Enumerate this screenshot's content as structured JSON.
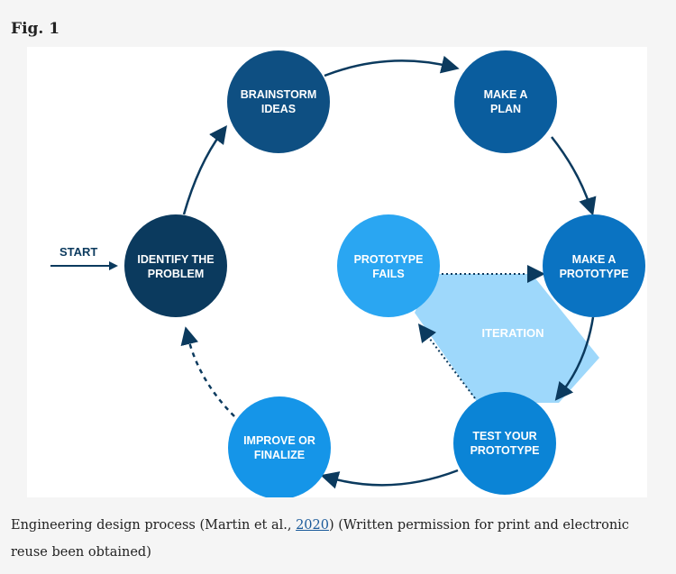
{
  "figure_label": "Fig. 1",
  "diagram": {
    "start_label": "START",
    "nodes": [
      {
        "id": "identify",
        "lines": [
          "IDENTIFY THE",
          "PROBLEM"
        ],
        "color": "#0b3a5e"
      },
      {
        "id": "brainstorm",
        "lines": [
          "BRAINSTORM",
          "IDEAS"
        ],
        "color": "#0e4f82"
      },
      {
        "id": "plan",
        "lines": [
          "MAKE A",
          "PLAN"
        ],
        "color": "#0a5d9e"
      },
      {
        "id": "prototype",
        "lines": [
          "MAKE A",
          "PROTOTYPE"
        ],
        "color": "#0a73c2"
      },
      {
        "id": "test",
        "lines": [
          "TEST YOUR",
          "PROTOTYPE"
        ],
        "color": "#0b84d6"
      },
      {
        "id": "improve",
        "lines": [
          "IMPROVE OR",
          "FINALIZE"
        ],
        "color": "#1595e8"
      },
      {
        "id": "fails",
        "lines": [
          "PROTOTYPE",
          "FAILS"
        ],
        "color": "#2aa6f2"
      }
    ],
    "iteration_label": "ITERATION",
    "colors": {
      "arrow": "#0b3a5e",
      "iteration_fill": "#9ed8fb"
    }
  },
  "caption": {
    "text_before": "Engineering design process (Martin et al., ",
    "link_text": "2020",
    "text_after": ") (Written permission for print and electronic reuse been obtained)"
  }
}
